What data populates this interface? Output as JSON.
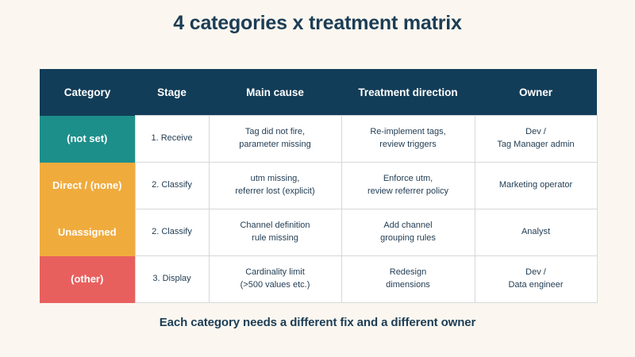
{
  "slide": {
    "title": "4 categories x treatment matrix",
    "footer": "Each category needs a different fix and a different owner",
    "background_color": "#fbf7f0",
    "title_color": "#1c3d55"
  },
  "table": {
    "header_background": "#123d58",
    "header_text_color": "#ffffff",
    "body_text_color": "#1f3b52",
    "border_color": "#d5d8da",
    "columns": [
      {
        "key": "category",
        "label": "Category"
      },
      {
        "key": "stage",
        "label": "Stage"
      },
      {
        "key": "cause",
        "label": "Main cause"
      },
      {
        "key": "treatment",
        "label": "Treatment direction"
      },
      {
        "key": "owner",
        "label": "Owner"
      }
    ],
    "rows": [
      {
        "category": "(not set)",
        "category_color": "#1d8f8a",
        "stage": "1. Receive",
        "cause_line1": "Tag did not fire,",
        "cause_line2": "parameter missing",
        "treatment_line1": "Re-implement tags,",
        "treatment_line2": "review triggers",
        "owner_line1": "Dev /",
        "owner_line2": "Tag Manager admin"
      },
      {
        "category": "Direct / (none)",
        "category_color": "#f0ab3d",
        "stage": "2. Classify",
        "cause_line1": "utm missing,",
        "cause_line2": "referrer lost (explicit)",
        "treatment_line1": "Enforce utm,",
        "treatment_line2": "review referrer policy",
        "owner_line1": "Marketing operator",
        "owner_line2": ""
      },
      {
        "category": "Unassigned",
        "category_color": "#f0ab3d",
        "stage": "2. Classify",
        "cause_line1": "Channel definition",
        "cause_line2": "rule missing",
        "treatment_line1": "Add channel",
        "treatment_line2": "grouping rules",
        "owner_line1": "Analyst",
        "owner_line2": ""
      },
      {
        "category": "(other)",
        "category_color": "#e8605e",
        "stage": "3. Display",
        "cause_line1": "Cardinality limit",
        "cause_line2": "(>500 values etc.)",
        "treatment_line1": "Redesign",
        "treatment_line2": "dimensions",
        "owner_line1": "Dev /",
        "owner_line2": "Data engineer"
      }
    ]
  }
}
